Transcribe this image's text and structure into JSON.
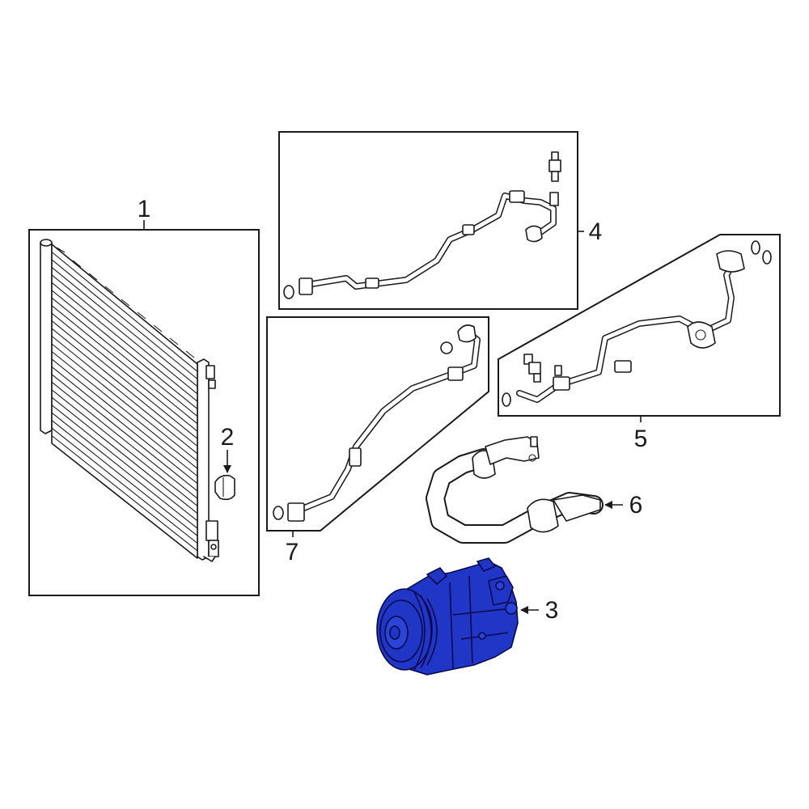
{
  "diagram": {
    "callouts": [
      {
        "id": "1",
        "label": "1"
      },
      {
        "id": "2",
        "label": "2"
      },
      {
        "id": "3",
        "label": "3"
      },
      {
        "id": "4",
        "label": "4"
      },
      {
        "id": "5",
        "label": "5"
      },
      {
        "id": "6",
        "label": "6"
      },
      {
        "id": "7",
        "label": "7"
      }
    ],
    "highlight_color": "#1f36c7",
    "line_color": "#1a1a1a"
  }
}
